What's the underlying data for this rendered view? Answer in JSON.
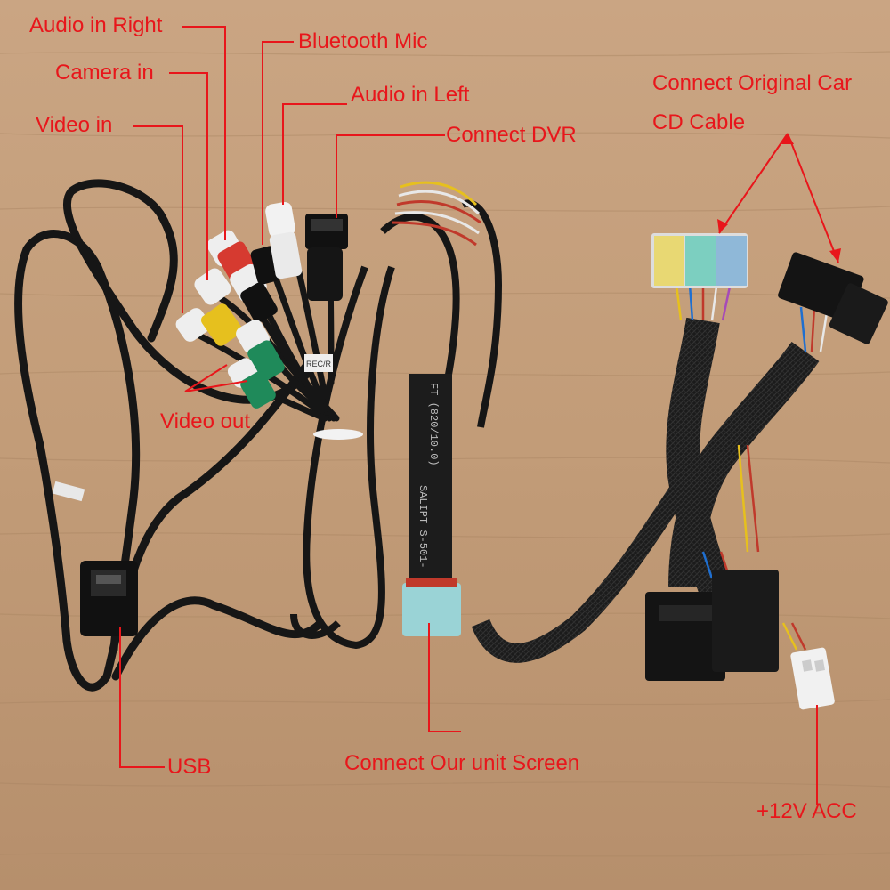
{
  "labels": {
    "audio_in_right": "Audio in Right",
    "bluetooth_mic": "Bluetooth Mic",
    "camera_in": "Camera in",
    "audio_in_left": "Audio in Left",
    "video_in": "Video in",
    "connect_dvr": "Connect DVR",
    "connect_car_cd_line1": "Connect Original Car",
    "connect_car_cd_line2": "CD Cable",
    "video_out": "Video out",
    "usb": "USB",
    "connect_unit_screen": "Connect Our unit Screen",
    "acc": "+12V ACC"
  },
  "printed_marks": {
    "rec_tag": "REC/R",
    "sleeve_line1": "FT (820/10.0)",
    "sleeve_line2": "SALIPT S-501-"
  },
  "colors": {
    "wood_light": "#c9a582",
    "wood_dark": "#a9835f",
    "cable": "#161616",
    "label_red": "#e8161b",
    "rca_red": "#d63a30",
    "rca_yellow": "#e6c01e",
    "rca_green": "#1f8a5a",
    "connector_yellow": "#e8d873",
    "connector_teal": "#7ccfc0",
    "connector_blue": "#8fb8d8",
    "screen_plug": "#9ad3d6"
  },
  "icons": [
    "usb-plug-icon",
    "rca-plug-icon",
    "iso-connector-icon",
    "power-plug-icon"
  ]
}
